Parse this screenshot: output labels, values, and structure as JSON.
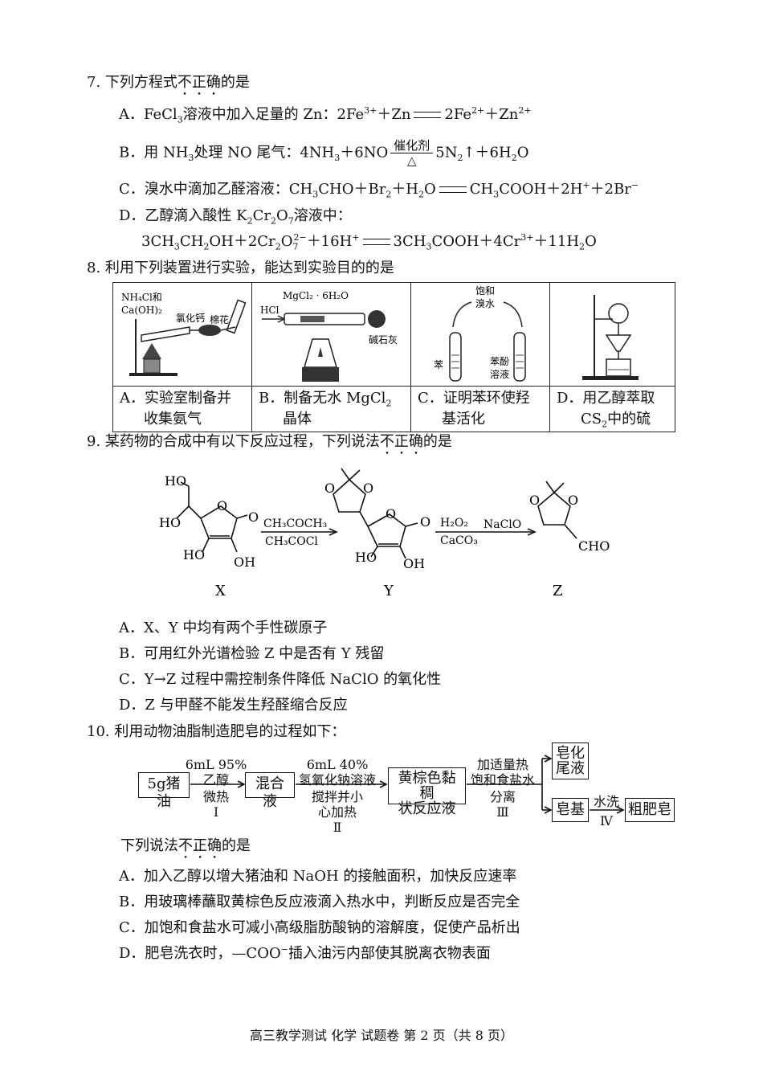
{
  "q7": {
    "stem_pre": "7.  下列方程式",
    "stem_em": "不正确",
    "stem_post": "的是",
    "A": {
      "prefix": "A．FeCl",
      "s1": "3",
      "mid": "溶液中加入足量的 Zn：2Fe",
      "s2": "3+",
      "mid2": "＋Zn",
      "mid3": "2Fe",
      "s3": "2+",
      "mid4": "＋Zn",
      "s4": "2+"
    },
    "B": {
      "prefix": "B．用 NH",
      "s1": "3",
      "mid": "处理 NO 尾气：4NH",
      "s2": "3",
      "mid2": "＋6NO",
      "cond_top": "催化剂",
      "cond_bot": "△",
      "mid3": "5N",
      "s3": "2",
      "mid4": "↑＋6H",
      "s4": "2",
      "end": "O"
    },
    "C": {
      "prefix": "C．溴水中滴加乙醛溶液：CH",
      "s1": "3",
      "mid": "CHO＋Br",
      "s2": "2",
      "mid2": "＋H",
      "s3": "2",
      "mid3": "O",
      "mid4": "CH",
      "s4": "3",
      "mid5": "COOH＋2H",
      "s5": "+",
      "mid6": "＋2Br",
      "s6": "−"
    },
    "D": {
      "prefix": "D．乙醇滴入酸性 K",
      "s1": "2",
      "mid": "Cr",
      "s2": "2",
      "mid2": "O",
      "s3": "7",
      "end": "溶液中："
    },
    "D2": {
      "a": "3CH",
      "s1": "3",
      "b": "CH",
      "s2": "2",
      "c": "OH＋2Cr",
      "s3": "2",
      "d": "O",
      "s4": "7",
      "s5": "2−",
      "e": "＋16H",
      "s6": "+",
      "f": "3CH",
      "s7": "3",
      "g": "COOH＋4Cr",
      "s8": "3+",
      "h": "＋11H",
      "s9": "2",
      "i": "O"
    }
  },
  "q8": {
    "stem": "8.  利用下列装置进行实验，能达到实验目的的是",
    "A": {
      "l1": "A．实验室制备并",
      "l2": "收集氨气",
      "lab1": "NH₄Cl和",
      "lab2": "Ca(OH)₂",
      "lab3": "氯化钙",
      "lab4": "棉花"
    },
    "B": {
      "l1a": "B．制备无水 MgCl",
      "l1s": "2",
      "l2": "晶体",
      "lab1": "MgCl₂ · 6H₂O",
      "lab2": "HCl",
      "lab3": "碱石灰"
    },
    "C": {
      "l1": "C．证明苯环使羟",
      "l2": "基活化",
      "lab1": "饱和",
      "lab2": "溴水",
      "lab3": "苯",
      "lab4": "苯酚",
      "lab5": "溶液"
    },
    "D": {
      "l1": "D．用乙醇萃取",
      "l2a": "CS",
      "l2s": "2",
      "l2b": "中的硫"
    }
  },
  "q9": {
    "stem_pre": "9.  某药物的合成中有以下反应过程，下列说法",
    "stem_em": "不正确",
    "stem_post": "的是",
    "labels": {
      "X": "X",
      "Y": "Y",
      "Z": "Z"
    },
    "reagents1_top": "CH₃COCH₃",
    "reagents1_bot": "CH₃COCl",
    "reagents2_top": "H₂O₂",
    "reagents2_bot": "CaCO₃",
    "reagents3": "NaClO",
    "groups": {
      "ho": "HO",
      "oh": "OH",
      "o": "O",
      "cho": "CHO"
    },
    "A": "A．X、Y 中均有两个手性碳原子",
    "B": "B．可用红外光谱检验 Z 中是否有 Y 残留",
    "C": "C．Y→Z 过程中需控制条件降低 NaClO 的氧化性",
    "D": "D．Z 与甲醛不能发生羟醛缩合反应"
  },
  "q10": {
    "stem": "10.  利用动物油脂制造肥皂的过程如下：",
    "flow": {
      "b1": "5g猪油",
      "b2": "混合液",
      "b3a": "黄棕色黏稠",
      "b3b": "状反应液",
      "b4a": "皂化",
      "b4b": "尾液",
      "b5": "皂基",
      "b6": "粗肥皂",
      "s1a": "6mL 95%",
      "s1b": "乙醇",
      "s1c": "微热",
      "s1d": "Ⅰ",
      "s2a": "6mL 40%",
      "s2b": "氢氧化钠溶液",
      "s2c": "搅拌并小",
      "s2d": "心加热",
      "s2e": "Ⅱ",
      "s3a": "加适量热",
      "s3b": "饱和食盐水",
      "s3c": "分离",
      "s3d": "Ⅲ",
      "s4a": "水洗",
      "s4b": "Ⅳ"
    },
    "sub_pre": "下列说法",
    "sub_em": "不正确",
    "sub_post": "的是",
    "A": "A．加入乙醇以增大猪油和 NaOH 的接触面积，加快反应速率",
    "B": "B．用玻璃棒蘸取黄棕色反应液滴入热水中，判断反应是否完全",
    "C": "C．加饱和食盐水可减小高级脂肪酸钠的溶解度，促使产品析出",
    "D_pre": "D．肥皂洗衣时，—COO",
    "D_sup": "−",
    "D_post": "插入油污内部使其脱离衣物表面"
  },
  "footer": "高三教学测试 化学 试题卷 第 2 页（共 8 页）"
}
